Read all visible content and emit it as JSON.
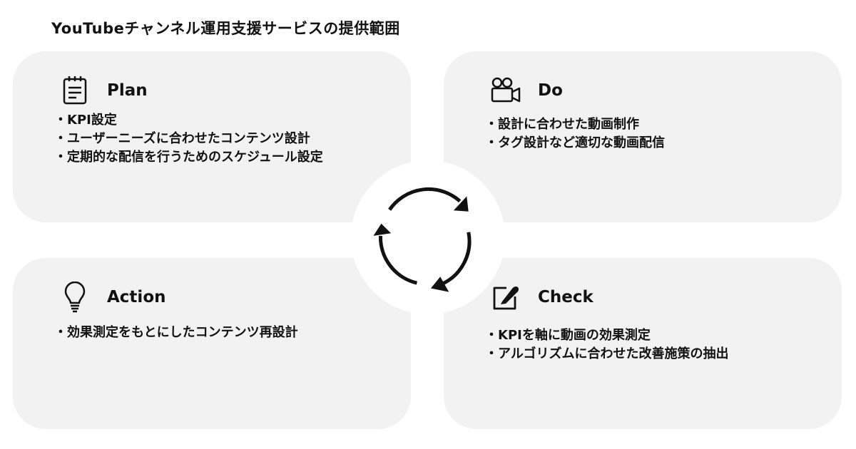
{
  "title": "YouTubeチャンネル運用支援サービスの提供範囲",
  "cycle": {
    "plan": {
      "title": "Plan",
      "icon": "notepad-icon",
      "items": [
        "KPI設定",
        "ユーザーニーズに合わせたコンテンツ設計",
        "定期的な配信を行うためのスケジュール設定"
      ]
    },
    "do": {
      "title": "Do",
      "icon": "video-camera-icon",
      "items": [
        "設計に合わせた動画制作",
        "タグ設計など適切な動画配信"
      ]
    },
    "action": {
      "title": "Action",
      "icon": "lightbulb-icon",
      "items": [
        "効果測定をもとにしたコンテンツ再設計"
      ]
    },
    "check": {
      "title": "Check",
      "icon": "edit-icon",
      "items": [
        "KPIを軸に動画の効果測定",
        "アルゴリズムに合わせた改善施策の抽出"
      ]
    }
  },
  "colors": {
    "card_bg": "#f2f2f2",
    "text": "#111111",
    "center_bg": "#ffffff"
  }
}
